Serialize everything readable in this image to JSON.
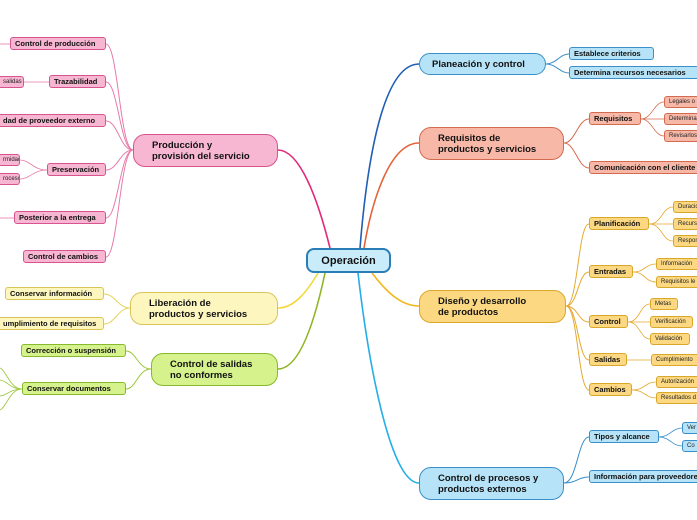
{
  "root": "Operación",
  "branches": {
    "planeacion": {
      "label": "Planeación y control",
      "children": [
        "Establece criterios",
        "Determina recursos necesarios"
      ]
    },
    "requisitos": {
      "label": "Requisitos de\nproductos y servicios",
      "children": [
        {
          "label": "Requisitos",
          "children": [
            "Legales o",
            "Determina",
            "Revisarlos"
          ]
        },
        {
          "label": "Comunicación con el cliente"
        }
      ]
    },
    "diseno": {
      "label": "Diseño y desarrollo\nde productos",
      "children": [
        {
          "label": "Planificación",
          "children": [
            "Duración",
            "Recursos",
            "Responsa"
          ]
        },
        {
          "label": "Entradas",
          "children": [
            "Información",
            "Requisitos le"
          ]
        },
        {
          "label": "Control",
          "children": [
            "Metas",
            "Verificación",
            "Validación"
          ]
        },
        {
          "label": "Salidas",
          "children": [
            "Cumplimiento"
          ]
        },
        {
          "label": "Cambios",
          "children": [
            "Autorización",
            "Resultados d"
          ]
        }
      ]
    },
    "procesos": {
      "label": "Control de procesos y\nproductos externos",
      "children": [
        {
          "label": "Tipos y alcance",
          "children": [
            "Ver",
            "Co"
          ]
        },
        {
          "label": "Información para proveedores"
        }
      ]
    },
    "produccion": {
      "label": "Producción y\nprovisión del servicio",
      "children": [
        {
          "label": "Control de producción"
        },
        {
          "label": "Trazabilidad",
          "children": [
            "salidas"
          ]
        },
        {
          "label": "dad de proveedor externo"
        },
        {
          "label": "Preservación",
          "children": [
            "rmidad",
            "roceso"
          ]
        },
        {
          "label": "Posterior a la entrega"
        },
        {
          "label": "Control de cambios"
        }
      ]
    },
    "liberacion": {
      "label": "Liberación de\nproductos y servicios",
      "children": [
        "Conservar información",
        "umplimiento de requisitos"
      ]
    },
    "salidas_nc": {
      "label": "Control de salidas\nno conformes",
      "children": [
        "Corrección o suspensión",
        "Conservar documentos"
      ]
    }
  }
}
